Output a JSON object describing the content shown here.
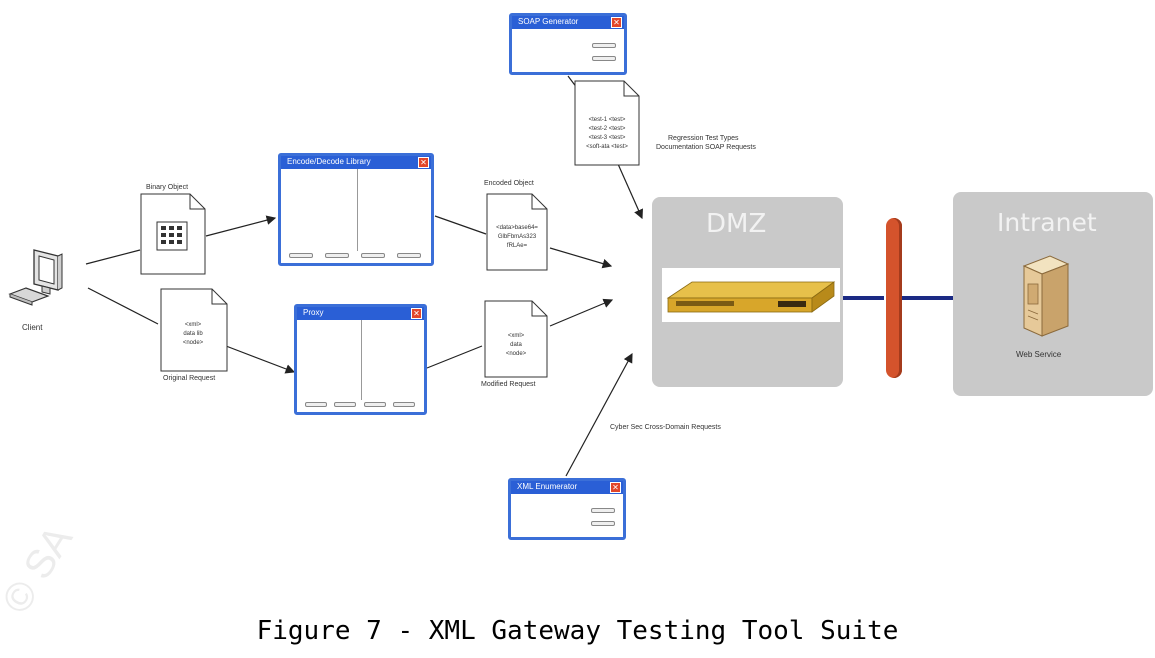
{
  "watermark": "© SA",
  "caption": "Figure 7 - XML Gateway Testing Tool Suite",
  "nodes": {
    "client": {
      "label": "Client"
    },
    "binary_object": {
      "label": "Binary Object"
    },
    "original_request": {
      "label": "Original Request",
      "doc_lines": [
        "<xml>",
        "data lib",
        "<node>"
      ]
    },
    "encode_decode_window": {
      "title": "Encode/Decode Library"
    },
    "proxy_window": {
      "title": "Proxy"
    },
    "soap_generator_window": {
      "title": "SOAP Generator"
    },
    "xml_enumerator_window": {
      "title": "XML Enumerator"
    },
    "encoded_object": {
      "label": "Encoded Object",
      "doc_lines": [
        "<data>base64=",
        "GlbFbmAs323",
        "fRLAe="
      ]
    },
    "modified_request": {
      "label": "Modified Request",
      "doc_lines": [
        "<xml>",
        "data",
        "<node>"
      ]
    },
    "regression_doc": {
      "doc_lines": [
        "<test-1 <test>",
        "<test-2 <test>",
        "<test-3 <test>",
        "<soft-ata <test>"
      ]
    },
    "dmz": {
      "title": "DMZ"
    },
    "intranet": {
      "title": "Intranet"
    },
    "web_service": {
      "label": "Web Service"
    }
  },
  "edge_labels": {
    "regression": [
      "Regression Test Types",
      "Documentation SOAP Requests"
    ],
    "cross_domain": "Cyber Sec Cross-Domain Requests"
  }
}
